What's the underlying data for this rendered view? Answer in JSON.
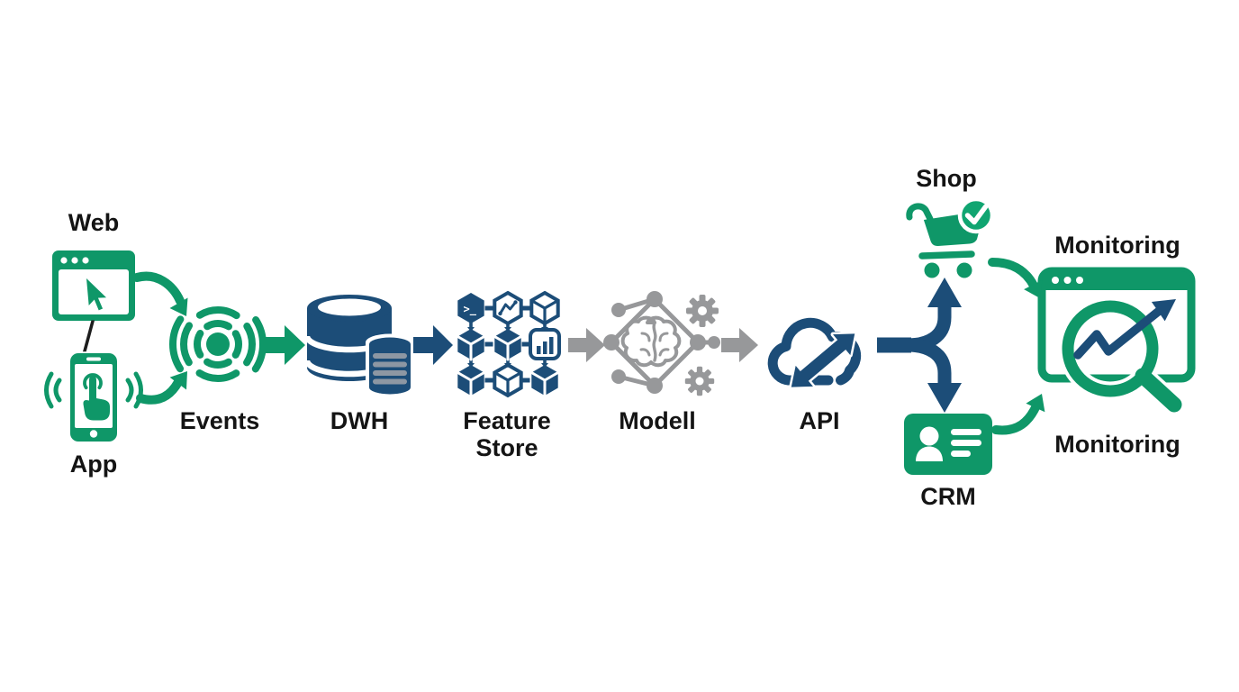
{
  "diagram": {
    "description": "Data pipeline flow diagram from web/app tracking events to ML model API, shop, CRM and monitoring",
    "colors": {
      "green": "#0f9768",
      "green_bright": "#10a571",
      "navy": "#1c4d78",
      "gray": "#97989a",
      "cylinder_band_gray": "#8d97a3",
      "label_text": "#141414",
      "background": "#ffffff"
    },
    "nodes": {
      "web": {
        "label": "Web",
        "icon": "browser-cursor-icon"
      },
      "separator": "/",
      "app": {
        "label": "App",
        "icon": "smartphone-tap-icon"
      },
      "events": {
        "label": "Events",
        "icon": "radar-pulse-icon"
      },
      "dwh": {
        "label": "DWH",
        "icon": "database-cylinders-icon"
      },
      "feature_store": {
        "label": "Feature Store",
        "icon": "feature-grid-icon",
        "terminal_glyph": ">_"
      },
      "model": {
        "label": "Modell",
        "icon": "brain-network-gears-icon"
      },
      "api": {
        "label": "API",
        "icon": "cloud-sync-arrows-icon"
      },
      "shop": {
        "label": "Shop",
        "icon": "shopping-cart-check-icon"
      },
      "crm": {
        "label": "CRM",
        "icon": "contact-card-icon"
      },
      "monitoring": {
        "label_top": "Monitoring",
        "label_bottom": "Monitoring",
        "icon": "browser-magnifier-chart-icon"
      }
    },
    "edges": [
      {
        "from": "web",
        "to": "events",
        "color": "green",
        "style": "curved-arrow"
      },
      {
        "from": "app",
        "to": "events",
        "color": "green",
        "style": "curved-arrow"
      },
      {
        "from": "events",
        "to": "dwh",
        "color": "green",
        "style": "straight-arrow"
      },
      {
        "from": "dwh",
        "to": "feature_store",
        "color": "navy",
        "style": "straight-arrow"
      },
      {
        "from": "feature_store",
        "to": "model",
        "color": "gray",
        "style": "straight-arrow"
      },
      {
        "from": "model",
        "to": "api",
        "color": "gray",
        "style": "straight-arrow"
      },
      {
        "from": "api",
        "to": "shop",
        "color": "navy",
        "style": "fork-branch-up"
      },
      {
        "from": "api",
        "to": "crm",
        "color": "navy",
        "style": "fork-branch-down"
      },
      {
        "from": "shop",
        "to": "monitoring",
        "color": "green",
        "style": "curved-arrow"
      },
      {
        "from": "crm",
        "to": "monitoring",
        "color": "green",
        "style": "curved-arrow"
      }
    ]
  }
}
